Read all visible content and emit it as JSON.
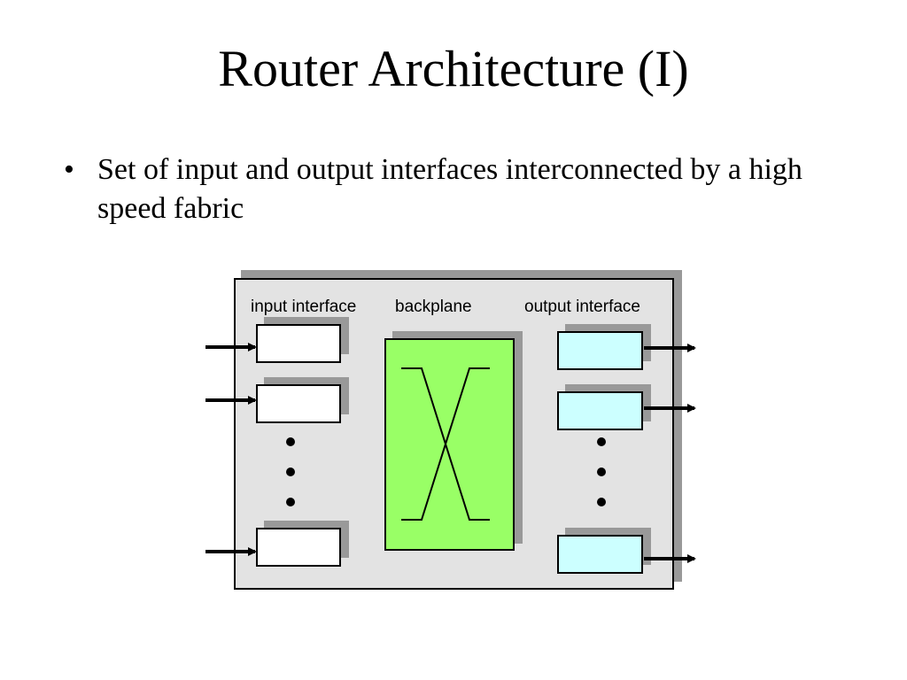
{
  "slide": {
    "title": "Router Architecture (I)",
    "bullets": [
      "Set of input and output interfaces interconnected by a high speed fabric"
    ]
  },
  "diagram": {
    "labels": {
      "input": "input interface",
      "backplane": "backplane",
      "output": "output interface"
    },
    "colors": {
      "chassis": "#e3e3e3",
      "shadow": "#999999",
      "backplane": "#99ff66",
      "input_box": "#ffffff",
      "output_box": "#ccffff",
      "stroke": "#000000"
    }
  }
}
